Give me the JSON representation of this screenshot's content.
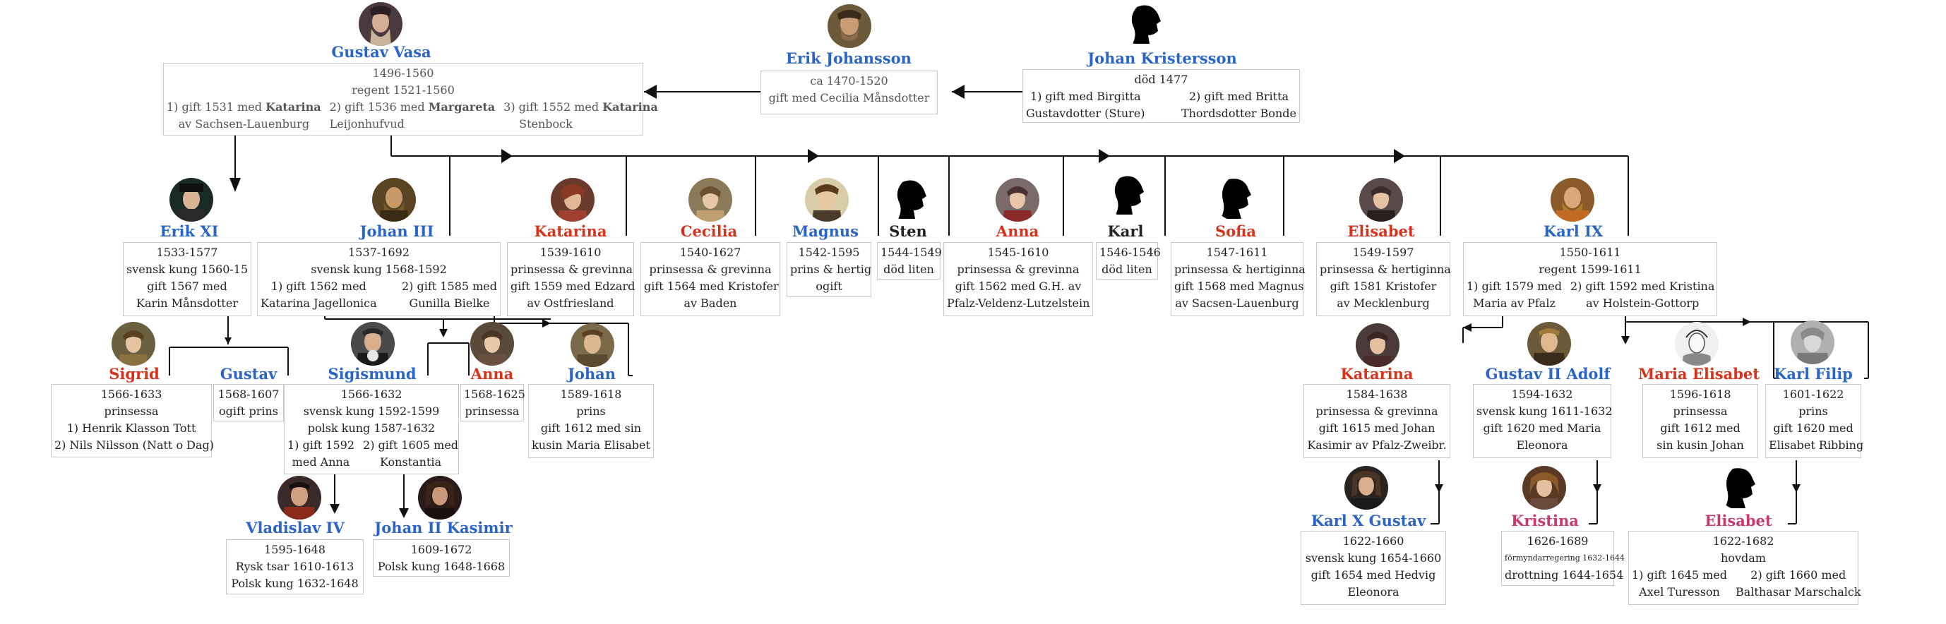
{
  "people": {
    "gustav_vasa": {
      "name": "Gustav Vasa",
      "line1": "1496-1560",
      "line2": "regent 1521-1560",
      "marriages": [
        {
          "pre": "1) gift 1531 med ",
          "bold": "Katarina",
          "post": "av Sachsen-Lauenburg"
        },
        {
          "pre": "2) gift 1536 med ",
          "bold": "Margareta",
          "post": "Leijonhufvud"
        },
        {
          "pre": "3) gift 1552 med ",
          "bold": "Katarina",
          "post": "Stenbock"
        }
      ]
    },
    "erik_johansson": {
      "name": "Erik Johansson",
      "line1": "ca 1470-1520",
      "line2": "gift med Cecilia Månsdotter"
    },
    "johan_kristersson": {
      "name": "Johan Kristersson",
      "line1": "död 1477",
      "marriages": [
        {
          "a": "1) gift med Birgitta",
          "b": "Gustavdotter (Sture)"
        },
        {
          "a": "2) gift med Britta",
          "b": "Thordsdotter Bonde"
        }
      ]
    },
    "erik_xi": {
      "name": "Erik XI",
      "lines": [
        "1533-1577",
        "svensk kung 1560-15",
        "gift 1567 med",
        "Karin Månsdotter"
      ]
    },
    "johan_iii": {
      "name": "Johan III",
      "lines": [
        "1537-1692",
        "svensk kung 1568-1592"
      ],
      "marriages": [
        {
          "a": "1) gift 1562 med",
          "b": "Katarina Jagellonica"
        },
        {
          "a": "2) gift 1585 med",
          "b": "Gunilla Bielke"
        }
      ]
    },
    "katarina_1539": {
      "name": "Katarina",
      "lines": [
        "1539-1610",
        "prinsessa & grevinna",
        "gift 1559 med Edzard",
        "av Ostfriesland"
      ]
    },
    "cecilia": {
      "name": "Cecilia",
      "lines": [
        "1540-1627",
        "prinsessa & grevinna",
        "gift 1564 med Kristofer",
        "av Baden"
      ]
    },
    "magnus": {
      "name": "Magnus",
      "lines": [
        "1542-1595",
        "prins & hertig",
        "ogift"
      ]
    },
    "sten": {
      "name": "Sten",
      "lines": [
        "1544-1549",
        "död liten"
      ]
    },
    "anna_1545": {
      "name": "Anna",
      "lines": [
        "1545-1610",
        "prinsessa & grevinna",
        "gift 1562 med G.H.  av",
        "Pfalz-Veldenz-Lutzelstein"
      ]
    },
    "karl": {
      "name": "Karl",
      "lines": [
        "1546-1546",
        "död liten"
      ]
    },
    "sofia": {
      "name": "Sofia",
      "lines": [
        "1547-1611",
        "prinsessa & hertiginna",
        "gift 1568 med Magnus",
        "av Sacsen-Lauenburg"
      ]
    },
    "elisabet_1549": {
      "name": "Elisabet",
      "lines": [
        "1549-1597",
        "prinsessa & hertiginna",
        "gift 1581 Kristofer",
        "av Mecklenburg"
      ]
    },
    "karl_ix": {
      "name": "Karl IX",
      "lines": [
        "1550-1611",
        "regent 1599-1611"
      ],
      "marriages": [
        {
          "a": "1) gift 1579 med",
          "b": "Maria av Pfalz"
        },
        {
          "a": "2) gift 1592 med Kristina",
          "b": "av Holstein-Gottorp"
        }
      ]
    },
    "sigrid": {
      "name": "Sigrid",
      "lines": [
        "1566-1633",
        "prinsessa",
        "1) Henrik Klasson Tott",
        "2) Nils Nilsson (Natt o Dag)"
      ]
    },
    "gustav": {
      "name": "Gustav",
      "lines": [
        "1568-1607",
        "ogift prins"
      ]
    },
    "sigismund": {
      "name": "Sigismund",
      "lines": [
        "1566-1632",
        "svensk kung 1592-1599",
        "polsk kung 1587-1632"
      ],
      "marriages": [
        {
          "a": "1) gift 1592",
          "b": "med Anna"
        },
        {
          "a": "2) gift 1605 med",
          "b": "Konstantia"
        }
      ]
    },
    "anna_1568": {
      "name": "Anna",
      "lines": [
        "1568-1625",
        "prinsessa"
      ]
    },
    "johan": {
      "name": "Johan",
      "lines": [
        "1589-1618",
        "prins",
        "gift 1612 med sin",
        "kusin Maria Elisabet"
      ]
    },
    "vladislav": {
      "name": "Vladislav IV",
      "lines": [
        "1595-1648",
        "Rysk tsar 1610-1613",
        "Polsk kung 1632-1648"
      ]
    },
    "johan_kasimir": {
      "name": "Johan II Kasimir",
      "lines": [
        "1609-1672",
        "Polsk kung 1648-1668"
      ]
    },
    "katarina_1584": {
      "name": "Katarina",
      "lines": [
        "1584-1638",
        "prinsessa & grevinna",
        "gift 1615 med Johan",
        "Kasimir av Pfalz-Zweibr."
      ]
    },
    "gustav_ii_adolf": {
      "name": "Gustav II Adolf",
      "lines": [
        "1594-1632",
        "svensk kung 1611-1632",
        "gift 1620 med Maria",
        "Eleonora"
      ]
    },
    "maria_elisabet": {
      "name": "Maria Elisabet",
      "lines": [
        "1596-1618",
        "prinsessa",
        "gift 1612 med",
        "sin kusin Johan"
      ]
    },
    "karl_filip": {
      "name": "Karl Filip",
      "lines": [
        "1601-1622",
        "prins",
        "gift 1620 med",
        "Elisabet Ribbing"
      ]
    },
    "karl_x_gustav": {
      "name": "Karl X Gustav",
      "lines": [
        "1622-1660",
        "svensk kung 1654-1660",
        "gift 1654 med Hedvig",
        "Eleonora"
      ]
    },
    "kristina": {
      "name": "Kristina",
      "lines": [
        "1626-1689",
        "förmyndarregering 1632-1644",
        "drottning 1644-1654"
      ]
    },
    "elisabet_1622": {
      "name": "Elisabet",
      "lines": [
        "1622-1682",
        "hovdam"
      ],
      "marriages": [
        {
          "a": "1) gift 1645 med",
          "b": "Axel Turesson"
        },
        {
          "a": "2) gift 1660 med",
          "b": "Balthasar Marschalck"
        }
      ]
    }
  },
  "colors": {
    "male": "#2a64c8",
    "female": "#d6331c",
    "female_late": "#c9386e",
    "line": "#111111",
    "box_border": "#c8c8c8"
  }
}
